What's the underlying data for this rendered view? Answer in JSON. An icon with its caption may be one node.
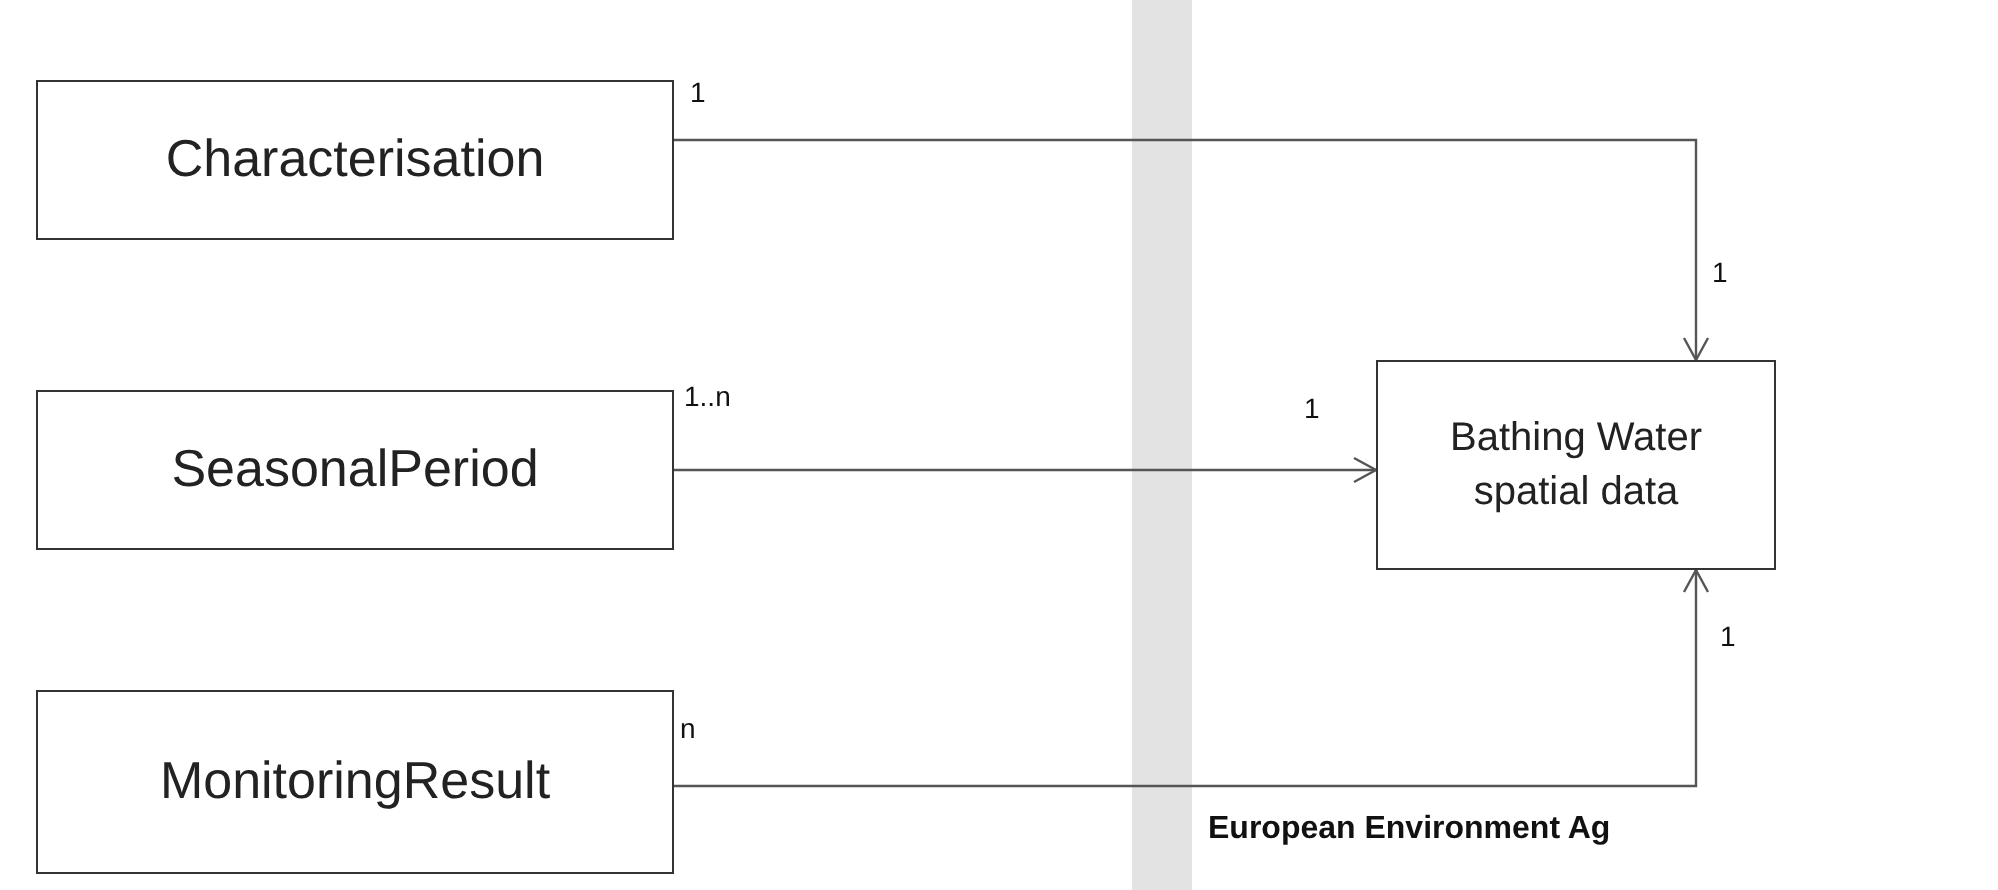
{
  "diagram": {
    "nodes": [
      {
        "text": [
          "Characterisation"
        ]
      },
      {
        "text": [
          "SeasonalPeriod"
        ]
      },
      {
        "text": [
          "MonitoringResult"
        ]
      },
      {
        "text": [
          "Bathing Water spatial data"
        ]
      }
    ],
    "edges": [
      {
        "from": 0,
        "to": 3,
        "arrow": "to"
      },
      {
        "from": 1,
        "to": 3,
        "arrow": "to"
      },
      {
        "from": 2,
        "to": 3,
        "arrow": "to"
      }
    ],
    "labels": [
      "1",
      "1",
      "1..n",
      "1",
      "1",
      "n",
      "European Environment Ag"
    ]
  }
}
